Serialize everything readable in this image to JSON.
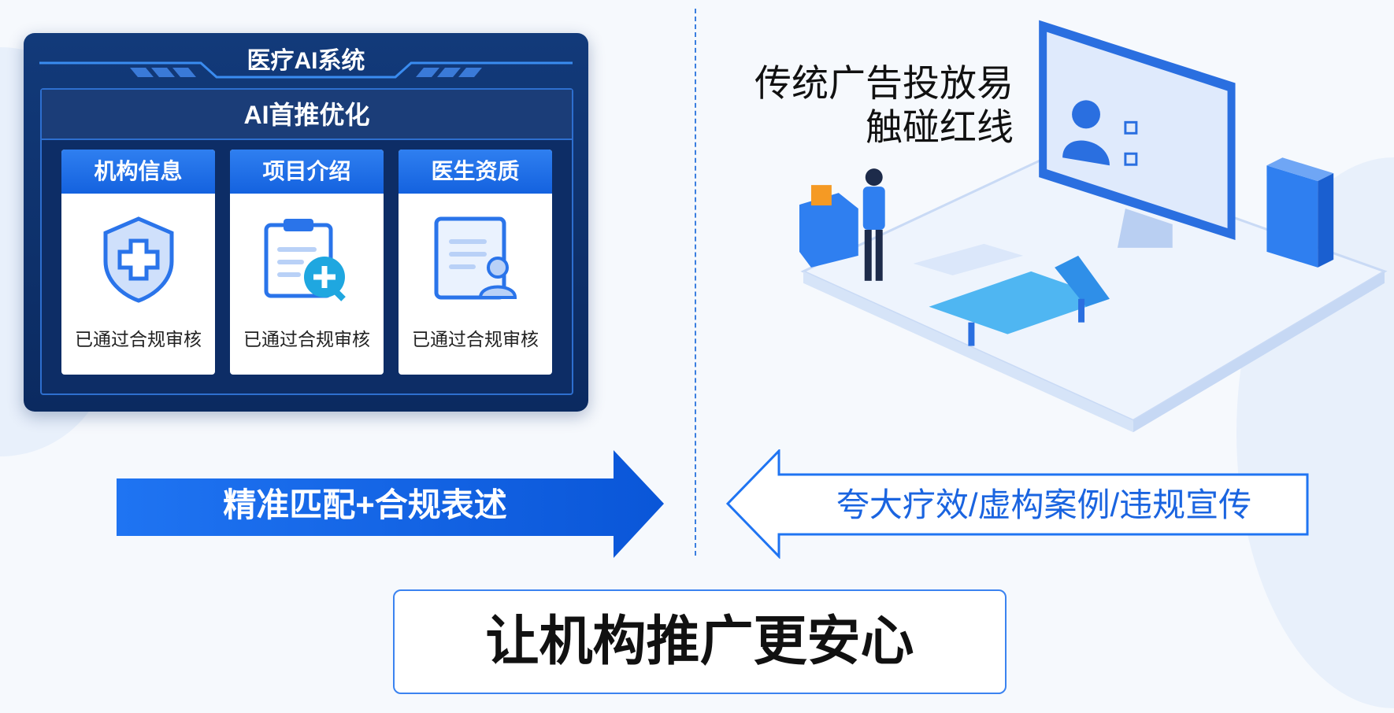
{
  "left_panel": {
    "title": "医疗AI系统",
    "subtitle": "AI首推优化",
    "cards": [
      {
        "title": "机构信息",
        "status": "已通过合规审核",
        "icon": "shield-medical-icon"
      },
      {
        "title": "项目介绍",
        "status": "已通过合规审核",
        "icon": "clipboard-plus-icon"
      },
      {
        "title": "医生资质",
        "status": "已通过合规审核",
        "icon": "document-person-icon"
      }
    ]
  },
  "right_panel": {
    "warning_line1": "传统广告投放易",
    "warning_line2": "触碰红线"
  },
  "arrows": {
    "left": "精准匹配+合规表述",
    "right": "夸大疗效/虚构案例/违规宣传"
  },
  "conclusion": "让机构推广更安心",
  "colors": {
    "primary": "#1a6ef0",
    "dark_navy": "#0b2a60",
    "background": "#f6f9fd"
  }
}
